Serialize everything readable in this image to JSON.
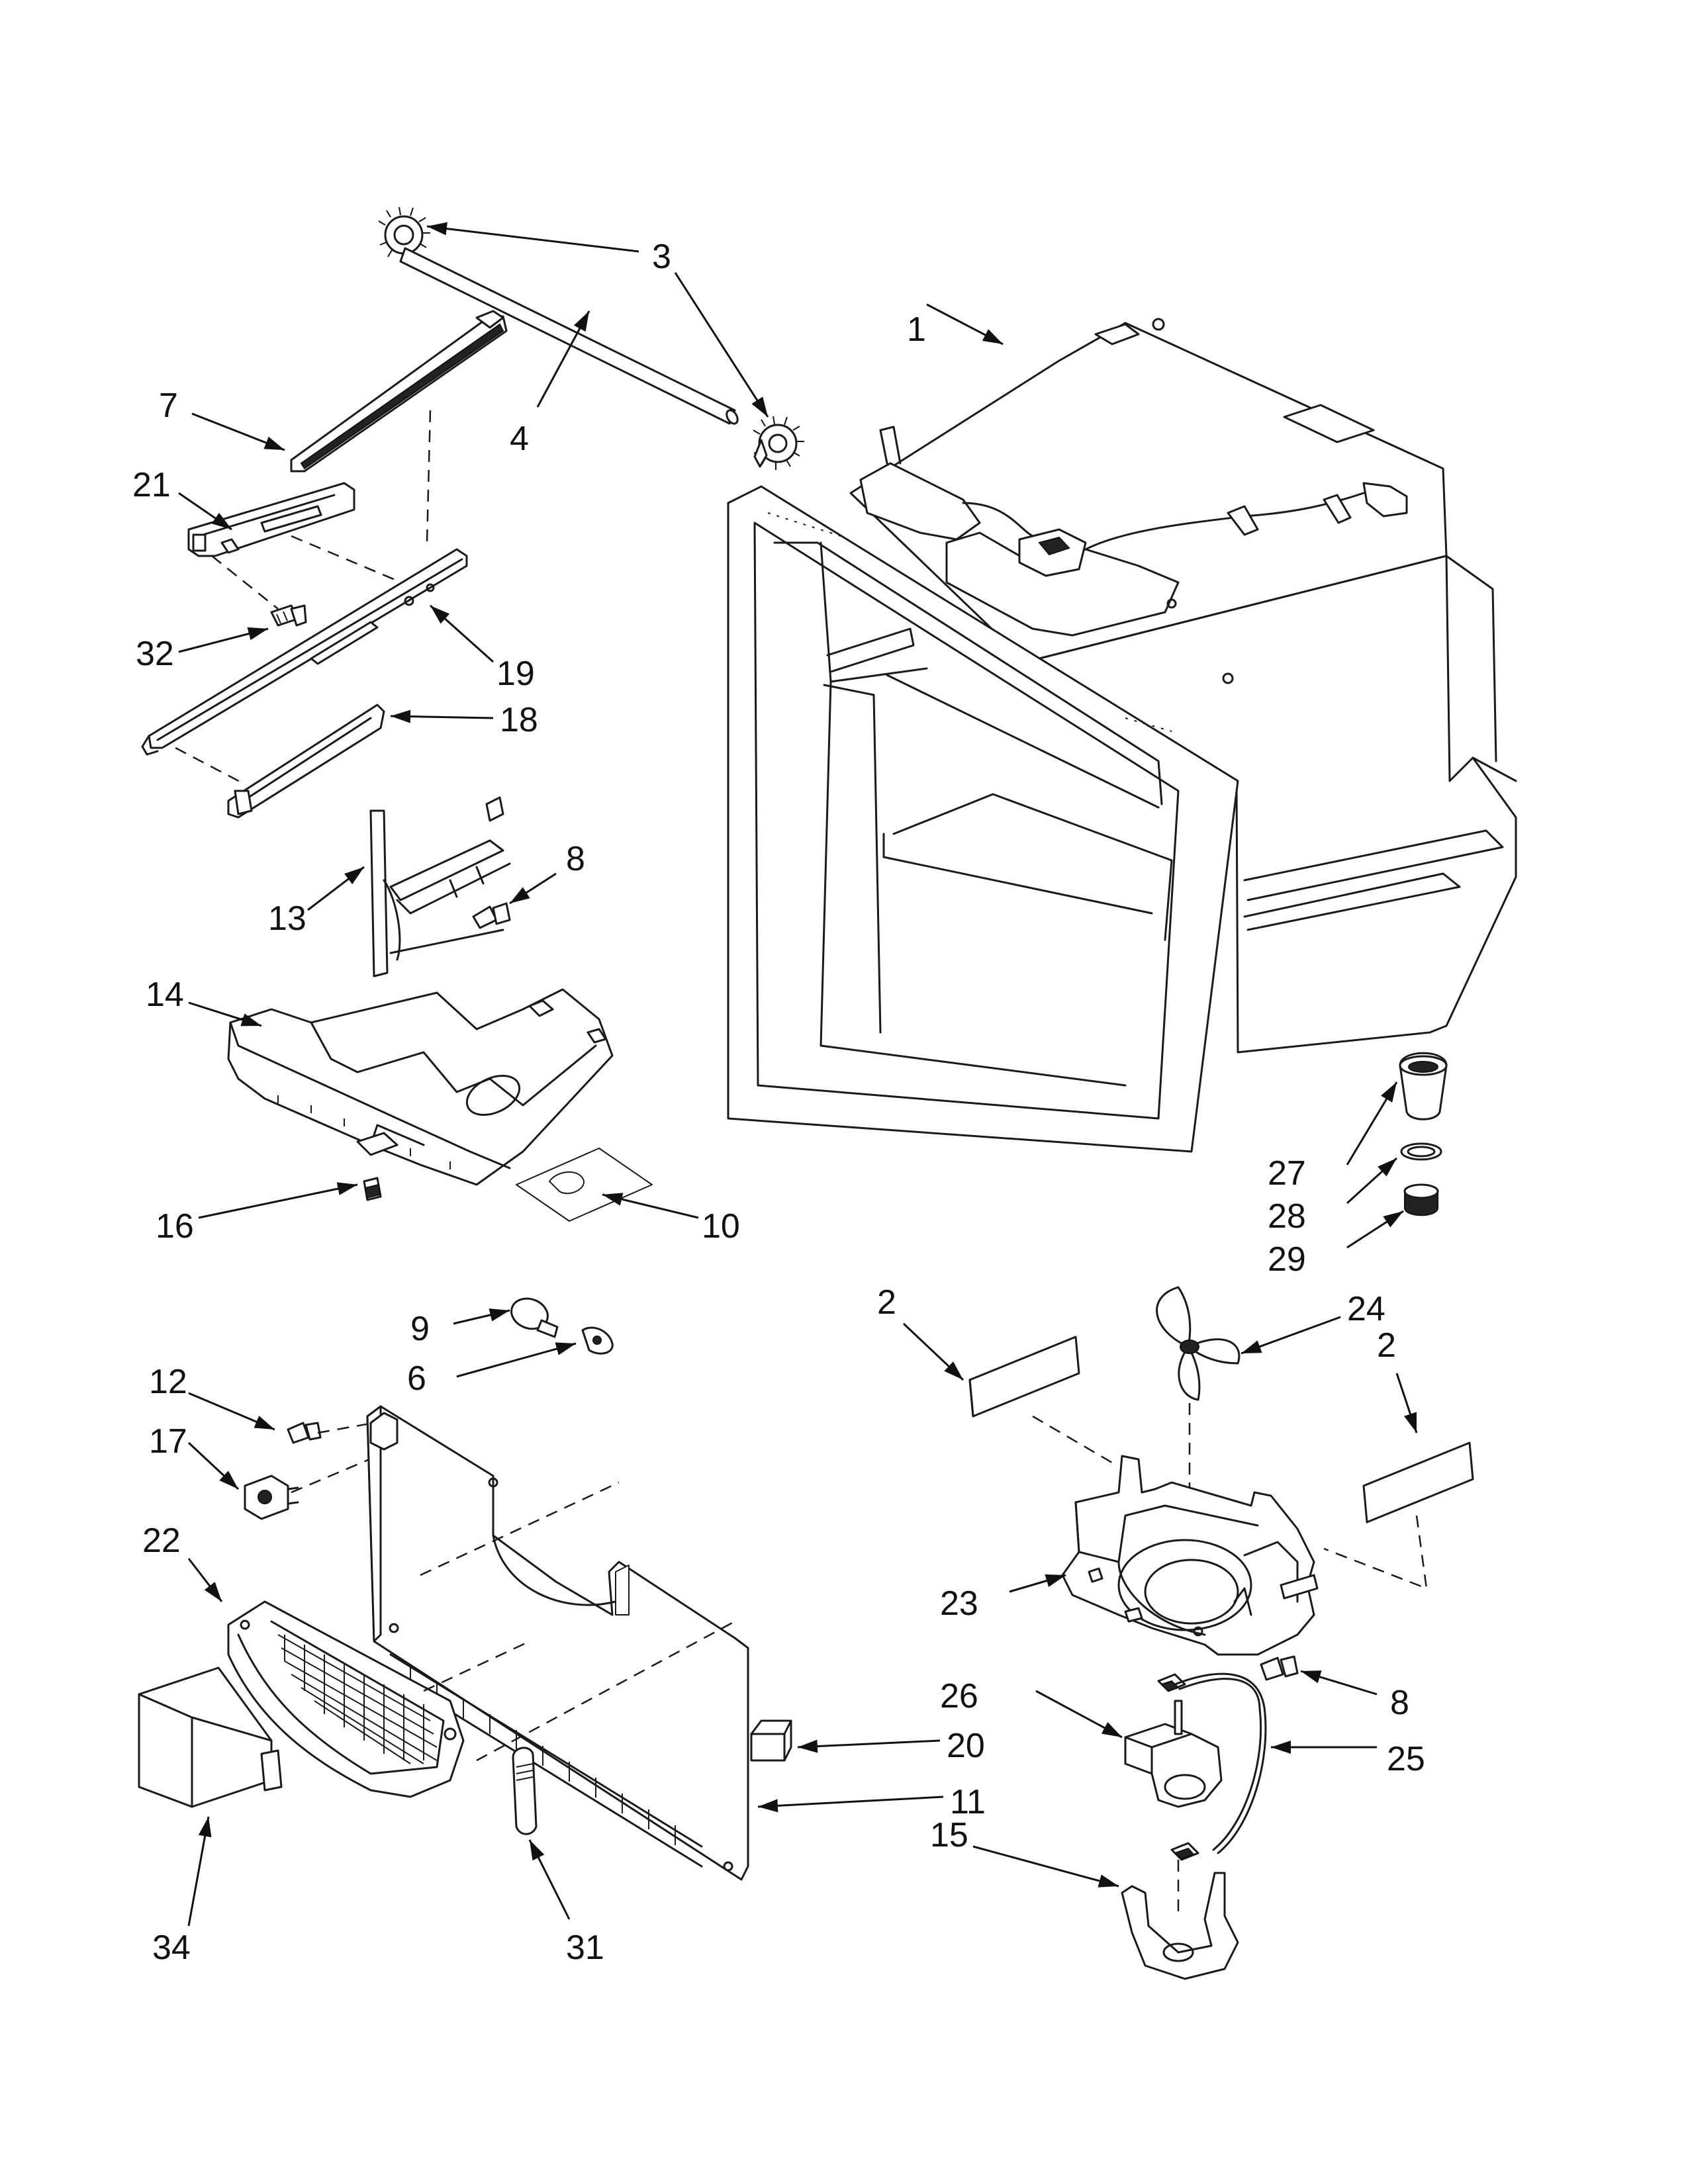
{
  "callouts": [
    {
      "id": "1",
      "label": "1"
    },
    {
      "id": "2a",
      "label": "2"
    },
    {
      "id": "2b",
      "label": "2"
    },
    {
      "id": "3",
      "label": "3"
    },
    {
      "id": "4",
      "label": "4"
    },
    {
      "id": "6",
      "label": "6"
    },
    {
      "id": "7",
      "label": "7"
    },
    {
      "id": "8a",
      "label": "8"
    },
    {
      "id": "8b",
      "label": "8"
    },
    {
      "id": "9",
      "label": "9"
    },
    {
      "id": "10",
      "label": "10"
    },
    {
      "id": "11",
      "label": "11"
    },
    {
      "id": "12",
      "label": "12"
    },
    {
      "id": "13",
      "label": "13"
    },
    {
      "id": "14",
      "label": "14"
    },
    {
      "id": "15",
      "label": "15"
    },
    {
      "id": "16",
      "label": "16"
    },
    {
      "id": "17",
      "label": "17"
    },
    {
      "id": "18",
      "label": "18"
    },
    {
      "id": "19",
      "label": "19"
    },
    {
      "id": "20",
      "label": "20"
    },
    {
      "id": "21",
      "label": "21"
    },
    {
      "id": "22",
      "label": "22"
    },
    {
      "id": "23",
      "label": "23"
    },
    {
      "id": "24",
      "label": "24"
    },
    {
      "id": "25",
      "label": "25"
    },
    {
      "id": "26",
      "label": "26"
    },
    {
      "id": "27",
      "label": "27"
    },
    {
      "id": "28",
      "label": "28"
    },
    {
      "id": "29",
      "label": "29"
    },
    {
      "id": "31",
      "label": "31"
    },
    {
      "id": "32",
      "label": "32"
    },
    {
      "id": "34",
      "label": "34"
    }
  ]
}
